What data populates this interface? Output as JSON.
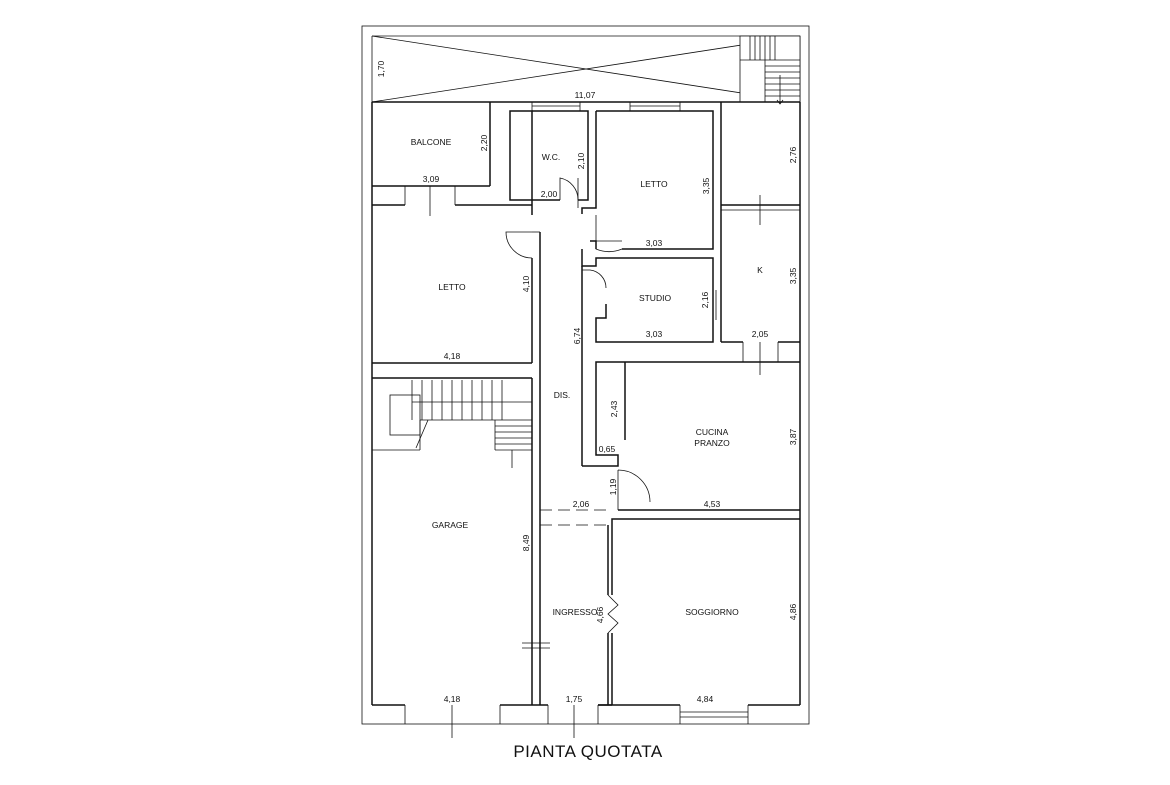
{
  "title": "PIANTA QUOTATA",
  "rooms": {
    "balcone": "BALCONE",
    "wc": "W.C.",
    "letto_top": "LETTO",
    "letto_left": "LETTO",
    "k": "K",
    "studio": "STUDIO",
    "dis": "DIS.",
    "cucina_line1": "CUCINA",
    "cucina_line2": "PRANZO",
    "garage": "GARAGE",
    "ingresso": "INGRESSO",
    "soggiorno": "SOGGIORNO"
  },
  "dims": {
    "terrace_h": "1,70",
    "overall_w": "11,07",
    "balcone_h": "2,20",
    "balcone_w": "3,09",
    "wc_h": "2,10",
    "wc_w": "2,00",
    "letto_top_h": "3,35",
    "letto_top_w": "3,03",
    "right_top_h": "2,76",
    "k_h": "3,35",
    "k_w": "2,05",
    "letto_left_h": "4,10",
    "letto_left_w": "4,18",
    "studio_h": "2,16",
    "studio_w": "3,03",
    "dis_h": "6,74",
    "cucina_inner_h": "2,43",
    "cucina_niche_w": "0,65",
    "cucina_h": "3,87",
    "cucina_w": "4,53",
    "cucina_door_h": "1,19",
    "corr_w": "2,06",
    "garage_h": "8,49",
    "garage_w": "4,18",
    "ingresso_h": "4,66",
    "ingresso_w": "1,75",
    "soggiorno_h": "4,86",
    "soggiorno_w": "4,84"
  }
}
